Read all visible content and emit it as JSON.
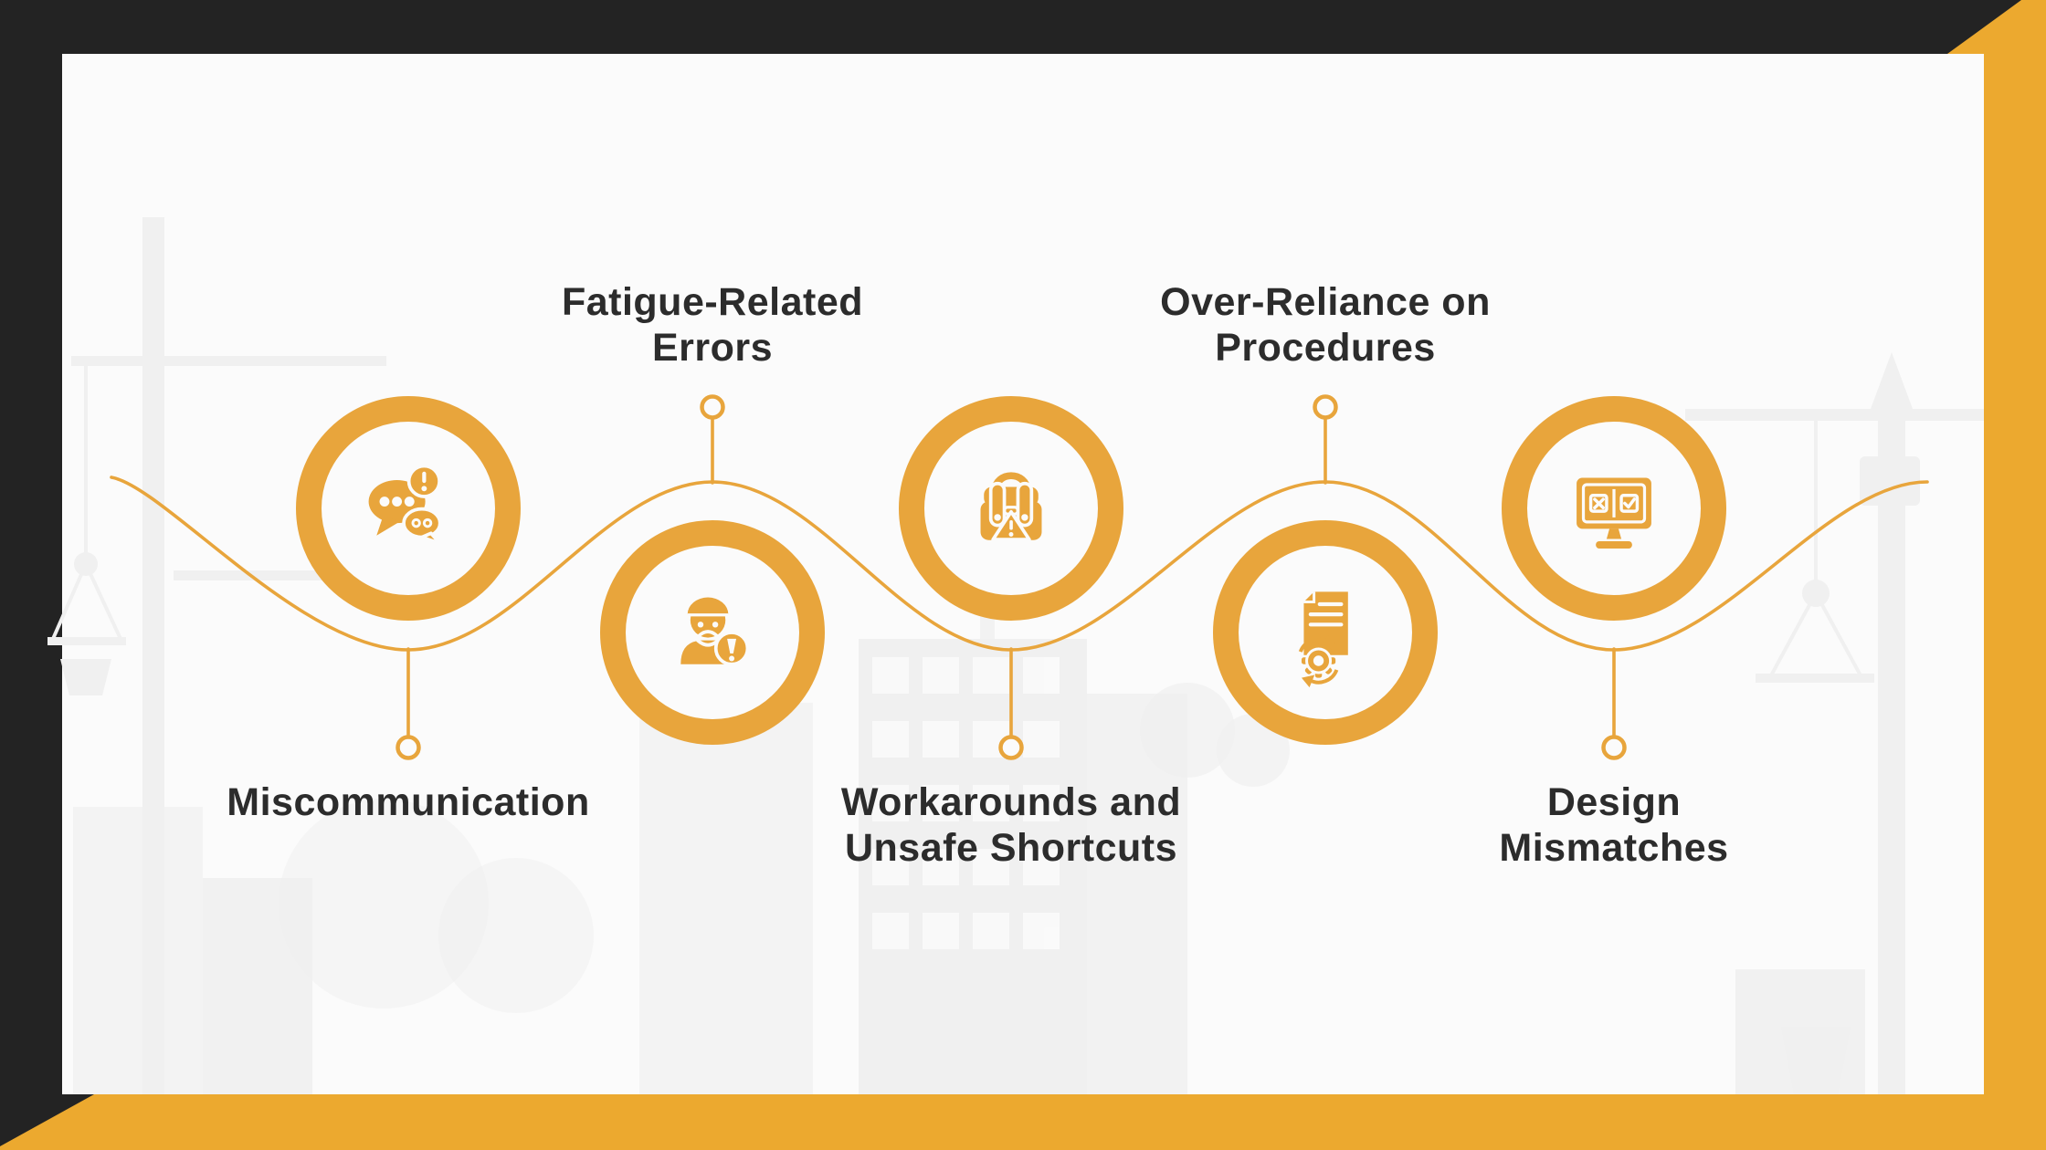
{
  "theme": {
    "accent": "#E8A53C",
    "band": "#ECA92F",
    "frame": "#232323",
    "paper": "#FBFBFB",
    "ink": "#2C2C2C",
    "watermark": "#F0F0F0"
  },
  "timeline": {
    "items": [
      {
        "label": "Miscommunication",
        "lines": [
          "Miscommunication",
          ""
        ],
        "icon": "chat-alert-icon",
        "label_position": "below"
      },
      {
        "label": "Fatigue-Related Errors",
        "lines": [
          "Fatigue-Related",
          "Errors"
        ],
        "icon": "tired-worker-icon",
        "label_position": "above"
      },
      {
        "label": "Workarounds and Unsafe Shortcuts",
        "lines": [
          "Workarounds and",
          "Unsafe Shortcuts"
        ],
        "icon": "toolbox-warning-icon",
        "label_position": "below"
      },
      {
        "label": "Over-Reliance on Procedures",
        "lines": [
          "Over-Reliance on",
          "Procedures"
        ],
        "icon": "document-gear-icon",
        "label_position": "above"
      },
      {
        "label": "Design Mismatches",
        "lines": [
          "Design",
          "Mismatches"
        ],
        "icon": "monitor-check-cross-icon",
        "label_position": "below"
      }
    ]
  }
}
